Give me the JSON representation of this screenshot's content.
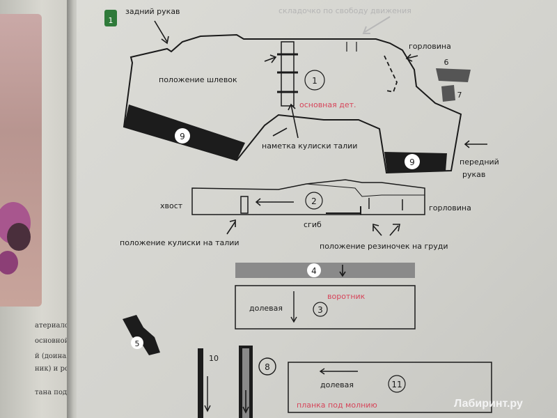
{
  "left_page": {
    "text_lines": [
      "атериалов",
      "основной",
      "й (доиная",
      "ник) и ро-",
      "тана под за-"
    ]
  },
  "step_badge": "1",
  "labels": {
    "back_sleeve": "задний рукав",
    "pleat": "складочко по свободу движения",
    "neckline_top": "горловина",
    "loops_position": "положение шлевок",
    "main_part": "основная дет.",
    "waist_channel_mark": "наметка кулиски талии",
    "front_sleeve_1": "передний",
    "front_sleeve_2": "рукав",
    "tail": "хвост",
    "neckline_piece2": "горловина",
    "fold": "сгиб",
    "waist_channel_position": "положение кулиски на талии",
    "elastic_position": "положение резиночек на груди",
    "grain_collar": "долевая",
    "collar": "воротник",
    "strip_10": "10",
    "grain_zip": "долевая",
    "zip_placket": "планка под молнию"
  },
  "piece_numbers": {
    "p1": "1",
    "p2": "2",
    "p3": "3",
    "p4": "4",
    "p5": "5",
    "p6": "6",
    "p7": "7",
    "p8": "8",
    "p9a": "9",
    "p9b": "9",
    "p11": "11"
  },
  "watermark": "Лабиринт.ру",
  "colors": {
    "page": "#d6d6d1",
    "ink": "#1a1a1a",
    "red_label": "#d6455a",
    "dark_fabric": "#1c1c1c",
    "gray_fabric": "#8a8a8a"
  }
}
